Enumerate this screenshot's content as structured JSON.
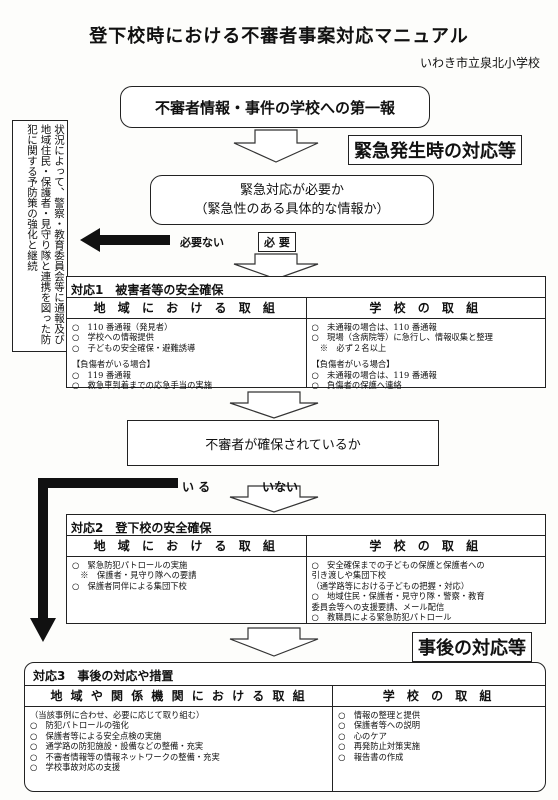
{
  "title": "登下校時における不審者事案対応マニュアル",
  "school": "いわき市立泉北小学校",
  "first_report": "不審者情報・事件の学校への第一報",
  "emergency_banner": "緊急発生時の対応等",
  "urgent_q": [
    "緊急対応が必要か",
    "（緊急性のある具体的な情報か）"
  ],
  "side_note": "状況によって、警察・教育委員会等に通報及び地域住民・保護者・見守り隊と連携を図った防犯に関する予防策の強化と継続",
  "not_needed": "必要ない",
  "needed": "必 要",
  "response1": {
    "title": "対応1　被害者等の安全確保",
    "community_header": "地 域 に お け る 取 組",
    "school_header": "学 校 の 取 組",
    "community_items": [
      "○　110 番通報（発見者）",
      "○　学校への情報提供",
      "○　子どもの安全確保・避難誘導",
      "",
      "【負傷者がいる場合】",
      "○　119 番通報",
      "○　救急車到着までの応急手当の実施"
    ],
    "school_items": [
      "○　未通報の場合は、110 番通報",
      "○　現場（含病院等）に急行し、情報収集と整理",
      "　※　必ず２名以上",
      "",
      "【負傷者がいる場合】",
      "○　未通報の場合は、119 番通報",
      "○　負傷者の保護へ連絡"
    ]
  },
  "secured_q": "不審者が確保されているか",
  "yes": "い る",
  "no": "いない",
  "response2": {
    "title": "対応2　登下校の安全確保",
    "community_header": "地 域 に お け る 取 組",
    "school_header": "学 校 の 取 組",
    "community_items": [
      "○　緊急防犯パトロールの実施",
      "　※　保護者・見守り隊への要請",
      "○　保護者同伴による集団下校"
    ],
    "school_items": [
      "○　安全確保までの子どもの保護と保護者への",
      "引き渡しや集団下校",
      "（通学路等における子どもの把握・対応）",
      "○　地域住民・保護者・見守り隊・警察・教育",
      "委員会等への支援要請、メール配信",
      "○　教職員による緊急防犯パトロール"
    ]
  },
  "after_banner": "事後の対応等",
  "response3": {
    "title": "対応3　事後の対応や措置",
    "community_header": "地 域 や 関 係 機 関 に お け る 取 組",
    "school_header": "学 校 の 取 組",
    "community_items": [
      "（当該事例に合わせ、必要に応じて取り組む）",
      "○　防犯パトロールの強化",
      "○　保護者等による安全点検の実施",
      "○　通学路の防犯施設・設備などの整備・充実",
      "○　不審者情報等の情報ネットワークの整備・充実",
      "○　学校事故対応の支援"
    ],
    "school_items": [
      "○　情報の整理と提供",
      "○　保護者等への説明",
      "○　心のケア",
      "○　再発防止対策実施",
      "○　報告書の作成"
    ]
  }
}
